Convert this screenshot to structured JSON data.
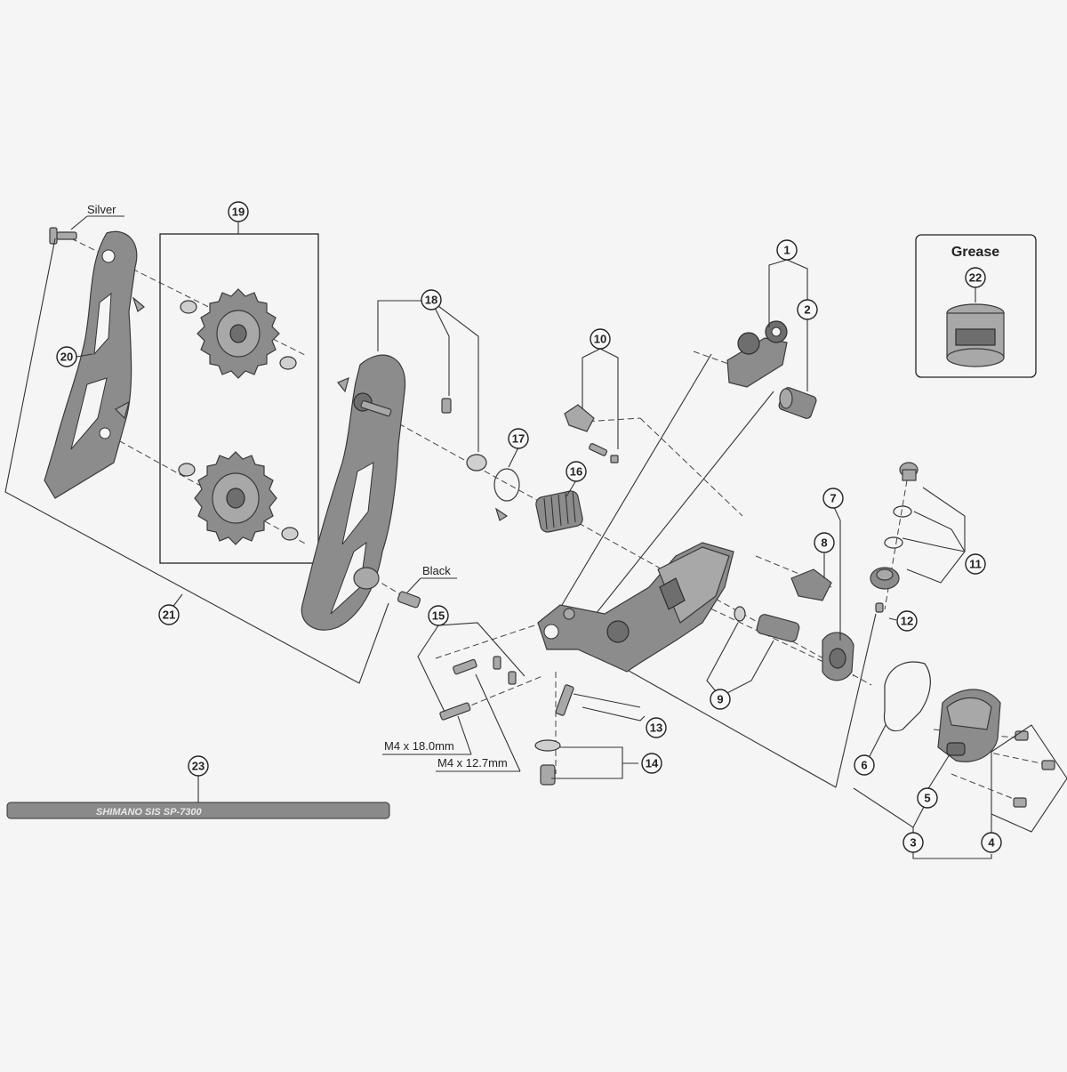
{
  "callouts": [
    "1",
    "2",
    "3",
    "4",
    "5",
    "6",
    "7",
    "8",
    "9",
    "10",
    "11",
    "12",
    "13",
    "14",
    "15",
    "16",
    "17",
    "18",
    "19",
    "20",
    "21",
    "22",
    "23"
  ],
  "labels": {
    "silver": "Silver",
    "black": "Black",
    "bolt_18": "M4 x 18.0mm",
    "bolt_12": "M4 x 12.7mm"
  },
  "grease_box": {
    "title": "Grease"
  },
  "cable_housing": {
    "print": "SHIMANO SIS SP-7300"
  },
  "colors": {
    "background": "#f5f5f5",
    "parts": "#8c8c8c",
    "lines": "#333333"
  },
  "icons": [
    "grease-jar-icon",
    "pulley-cage-icon",
    "guide-pulley-icon",
    "tension-pulley-icon",
    "derailleur-body-icon",
    "cable-housing-icon"
  ]
}
